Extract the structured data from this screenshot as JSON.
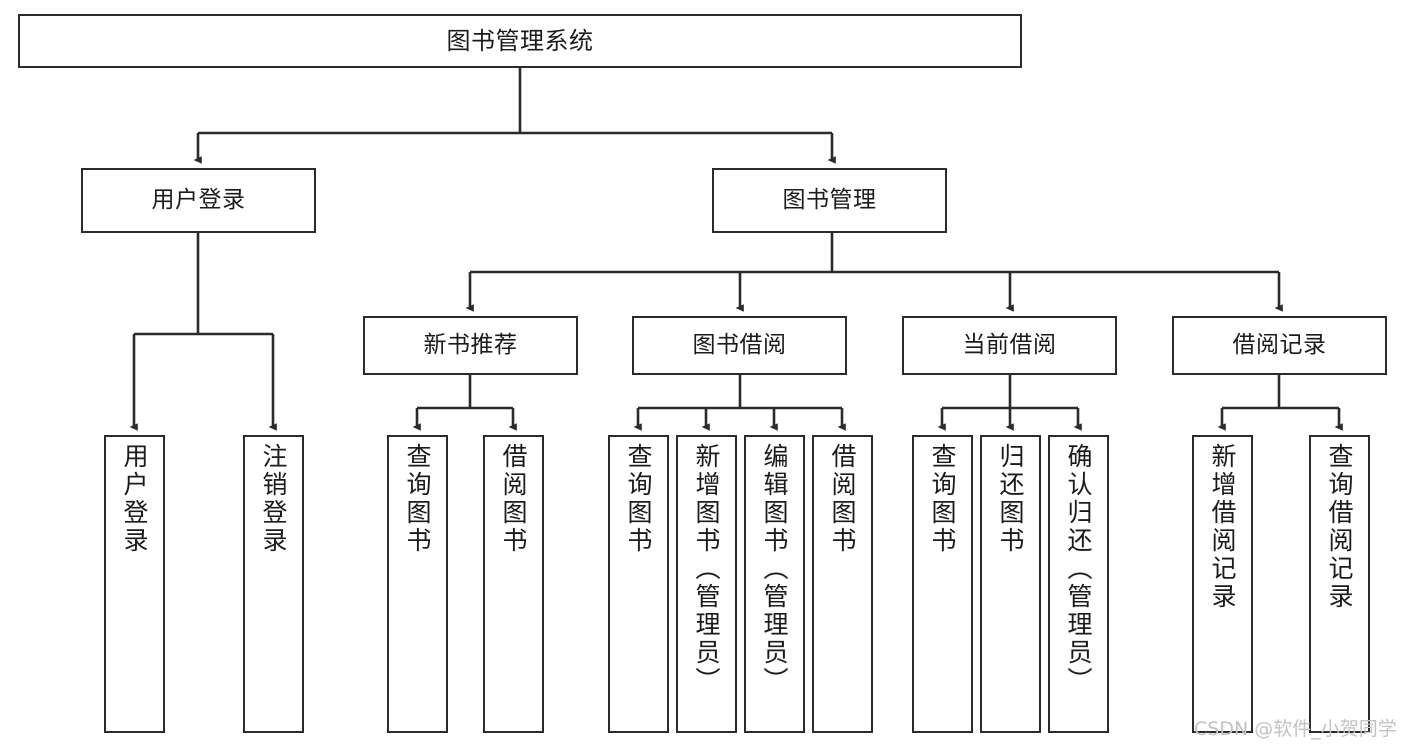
{
  "diagram": {
    "kind": "tree-structure-chart",
    "title_text": "图书管理系统",
    "line_color": "#2b2b2b",
    "box_fill": "#ffffff",
    "text_color": "#1b1b1b",
    "watermark": "CSDN @软件_小贺同学"
  },
  "nodes": {
    "root": {
      "label": "图书管理系统"
    },
    "level1": [
      {
        "id": "user-login",
        "label": "用户登录"
      },
      {
        "id": "book-manage",
        "label": "图书管理"
      }
    ],
    "level2": [
      {
        "id": "new-book-recommend",
        "label": "新书推荐"
      },
      {
        "id": "book-borrow",
        "label": "图书借阅"
      },
      {
        "id": "current-borrow",
        "label": "当前借阅"
      },
      {
        "id": "borrow-record",
        "label": "借阅记录"
      }
    ],
    "leaves": {
      "user_login": [
        {
          "id": "leaf-user-login",
          "label": "用户登录"
        },
        {
          "id": "leaf-user-logout",
          "label": "注销登录"
        }
      ],
      "new_book_recommend": [
        {
          "id": "leaf-query-book-1",
          "label": "查询图书"
        },
        {
          "id": "leaf-borrow-book-1",
          "label": "借阅图书"
        }
      ],
      "book_borrow": [
        {
          "id": "leaf-query-book-2",
          "label": "查询图书"
        },
        {
          "id": "leaf-add-book",
          "label": "新增图书（管理员）"
        },
        {
          "id": "leaf-edit-book",
          "label": "编辑图书（管理员）"
        },
        {
          "id": "leaf-borrow-book-2",
          "label": "借阅图书"
        }
      ],
      "current_borrow": [
        {
          "id": "leaf-query-book-3",
          "label": "查询图书"
        },
        {
          "id": "leaf-return-book",
          "label": "归还图书"
        },
        {
          "id": "leaf-confirm-return",
          "label": "确认归还（管理员）"
        }
      ],
      "borrow_record": [
        {
          "id": "leaf-add-record",
          "label": "新增借阅记录"
        },
        {
          "id": "leaf-query-record",
          "label": "查询借阅记录"
        }
      ]
    }
  }
}
